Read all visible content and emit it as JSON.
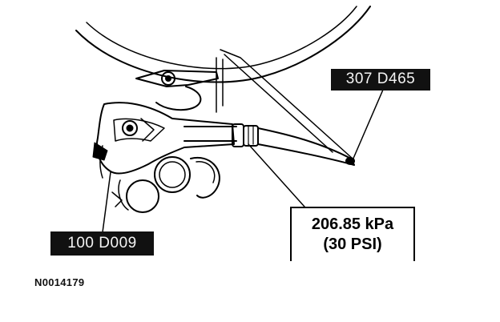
{
  "callouts": {
    "tool_upper": "307 D465",
    "tool_lower": "100 D009",
    "pressure_kpa": "206.85 kPa",
    "pressure_psi": "(30 PSI)"
  },
  "figure_id": "N0014179",
  "colors": {
    "ink": "#000000",
    "label_bg": "#111111",
    "label_text": "#f4f4f4"
  }
}
